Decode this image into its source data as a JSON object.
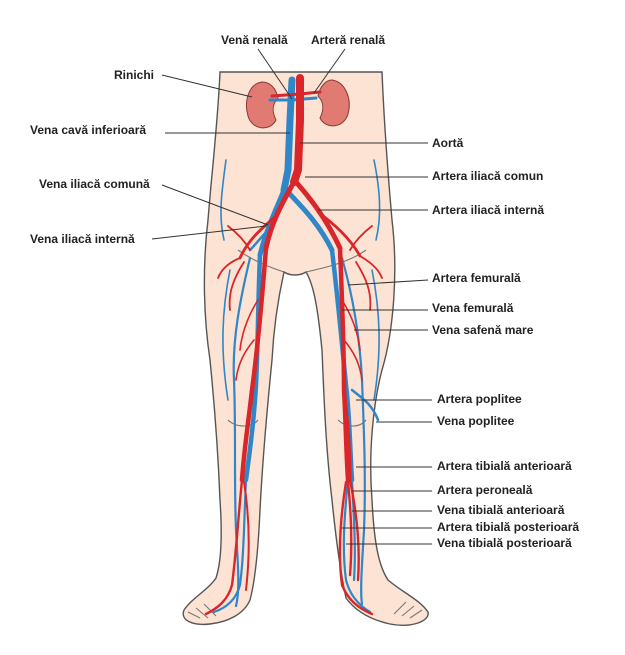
{
  "labels": {
    "vena_renala": "Venă renală",
    "artera_renala": "Arteră renală",
    "rinichi": "Rinichi",
    "vena_cava_inferioara": "Vena cavă inferioară",
    "aorta": "Aortă",
    "artera_iliaca_comun": "Artera iliacă comun",
    "vena_iliaca_comuna": "Vena iliacă comună",
    "artera_iliaca_interna": "Artera iliacă internă",
    "vena_iliaca_interna": "Vena iliacă internă",
    "artera_femurala": "Artera femurală",
    "vena_femurala": "Vena femurală",
    "vena_safena_mare": "Vena safenă mare",
    "artera_poplitee": "Artera poplitee",
    "vena_poplitee": "Vena poplitee",
    "artera_tibiala_anterioara": "Artera tibială anterioară",
    "artera_peroneala": "Artera peroneală",
    "vena_tibiala_anterioara": "Vena tibială anterioară",
    "artera_tibiala_posterioara": "Artera tibială posterioară",
    "vena_tibiala_posterioara": "Vena tibială posterioară"
  },
  "colors": {
    "artery": "#d8262b",
    "vein": "#2f86c8",
    "skin": "#fde3d3",
    "kidney": "#e07a72"
  }
}
